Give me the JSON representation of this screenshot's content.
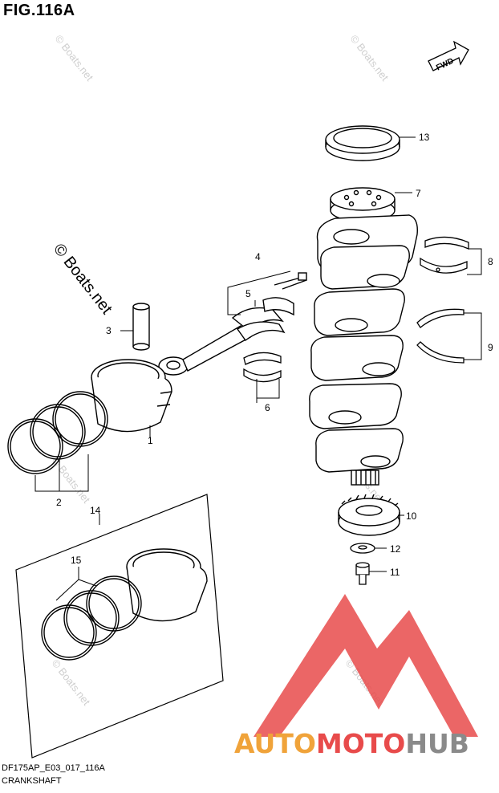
{
  "figure": {
    "title": "FIG.116A",
    "code": "DF175AP_E03_017_116A",
    "name": "CRANKSHAFT"
  },
  "fwd_label": "FWD",
  "callouts": [
    "1",
    "2",
    "3",
    "4",
    "5",
    "6",
    "7",
    "8",
    "9",
    "10",
    "11",
    "12",
    "13",
    "14",
    "15"
  ],
  "watermark": {
    "main": "© Boats.net",
    "small": "© Boats.net"
  },
  "logo": {
    "part1": "AUTO",
    "part2": "MOTO",
    "part3": "HUB",
    "colors": {
      "orange": "#f0a33a",
      "red": "#e84b4b",
      "gray": "#8a8a8a"
    }
  }
}
